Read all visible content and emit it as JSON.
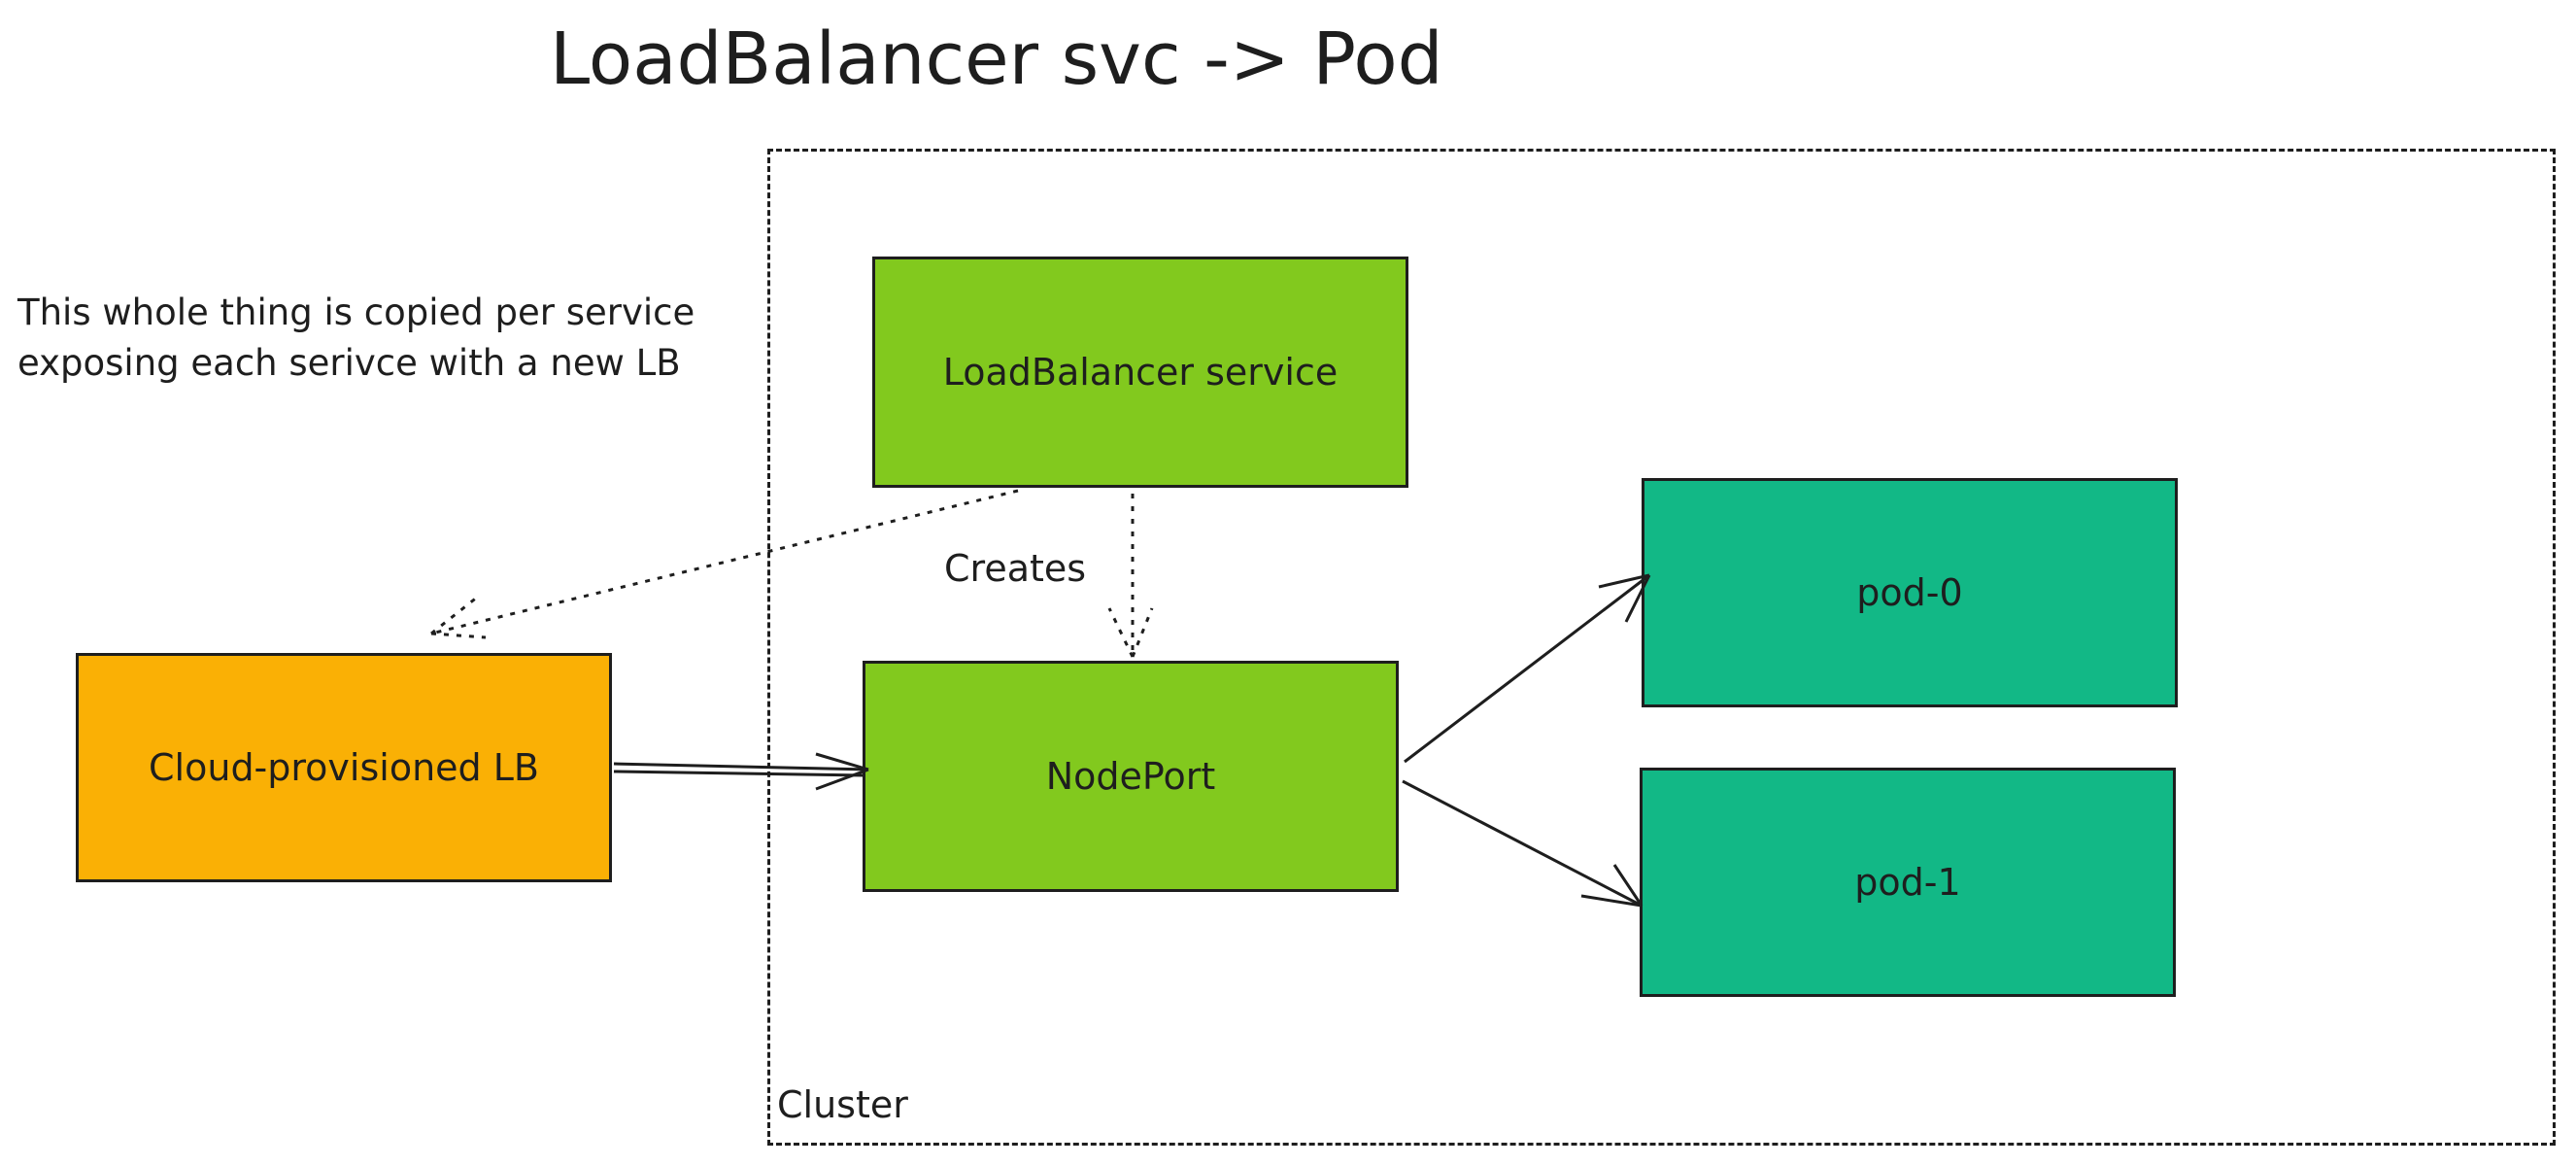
{
  "title": "LoadBalancer svc -> Pod",
  "note": {
    "line1": "This whole thing is copied per service",
    "line2": "exposing each serivce with a new LB"
  },
  "cluster": {
    "label": "Cluster"
  },
  "nodes": {
    "loadbalancer_service": "LoadBalancer service",
    "nodeport": "NodePort",
    "cloud_lb": "Cloud-provisioned LB",
    "pod0": "pod-0",
    "pod1": "pod-1"
  },
  "edges": {
    "creates_label": "Creates"
  },
  "colors": {
    "green": "#82c91e",
    "teal": "#12b886",
    "orange": "#fab005",
    "stroke": "#1e1e1e"
  }
}
